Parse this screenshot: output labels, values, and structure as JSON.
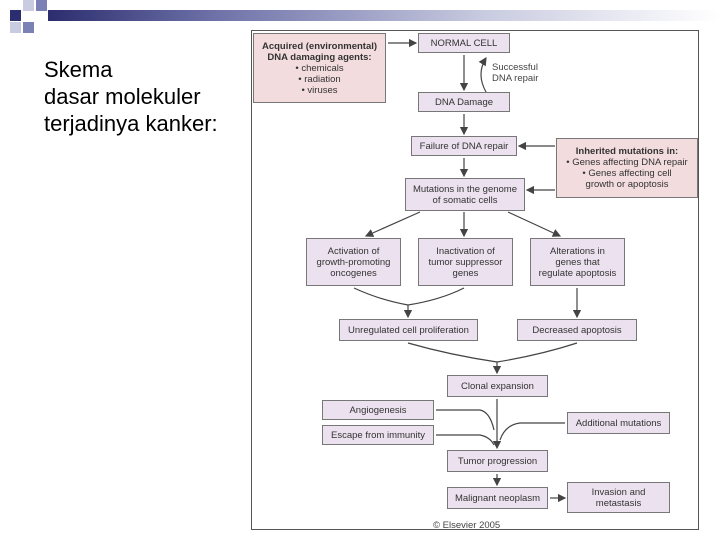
{
  "slide": {
    "title_lines": [
      "Skema",
      "dasar molekuler",
      "terjadinya kanker:"
    ],
    "accent_colors": [
      "#2b2d6e",
      "#7b80b5",
      "#c9cbe0"
    ]
  },
  "diagram": {
    "acquired": {
      "title": "Acquired (environmental) DNA damaging agents:",
      "items": [
        "• chemicals",
        "• radiation",
        "• viruses"
      ]
    },
    "normal_cell": "NORMAL CELL",
    "successful_repair": [
      "Successful",
      "DNA repair"
    ],
    "dna_damage": "DNA Damage",
    "failure_repair": "Failure of DNA repair",
    "inherited": {
      "title": "Inherited mutations in:",
      "items": [
        "• Genes affecting DNA repair",
        "• Genes affecting cell",
        "growth or apoptosis"
      ]
    },
    "mutations": [
      "Mutations in the genome",
      "of somatic cells"
    ],
    "activation": [
      "Activation of",
      "growth-promoting",
      "oncogenes"
    ],
    "inactivation": [
      "Inactivation of",
      "tumor suppressor",
      "genes"
    ],
    "alterations": [
      "Alterations in",
      "genes that",
      "regulate apoptosis"
    ],
    "unregulated": "Unregulated cell proliferation",
    "decreased_apoptosis": "Decreased apoptosis",
    "clonal": "Clonal expansion",
    "angiogenesis": "Angiogenesis",
    "escape": "Escape from immunity",
    "additional": "Additional mutations",
    "tumor_progression": "Tumor progression",
    "malignant": "Malignant neoplasm",
    "invasion": [
      "Invasion and",
      "metastasis"
    ],
    "copyright": "© Elsevier 2005"
  }
}
